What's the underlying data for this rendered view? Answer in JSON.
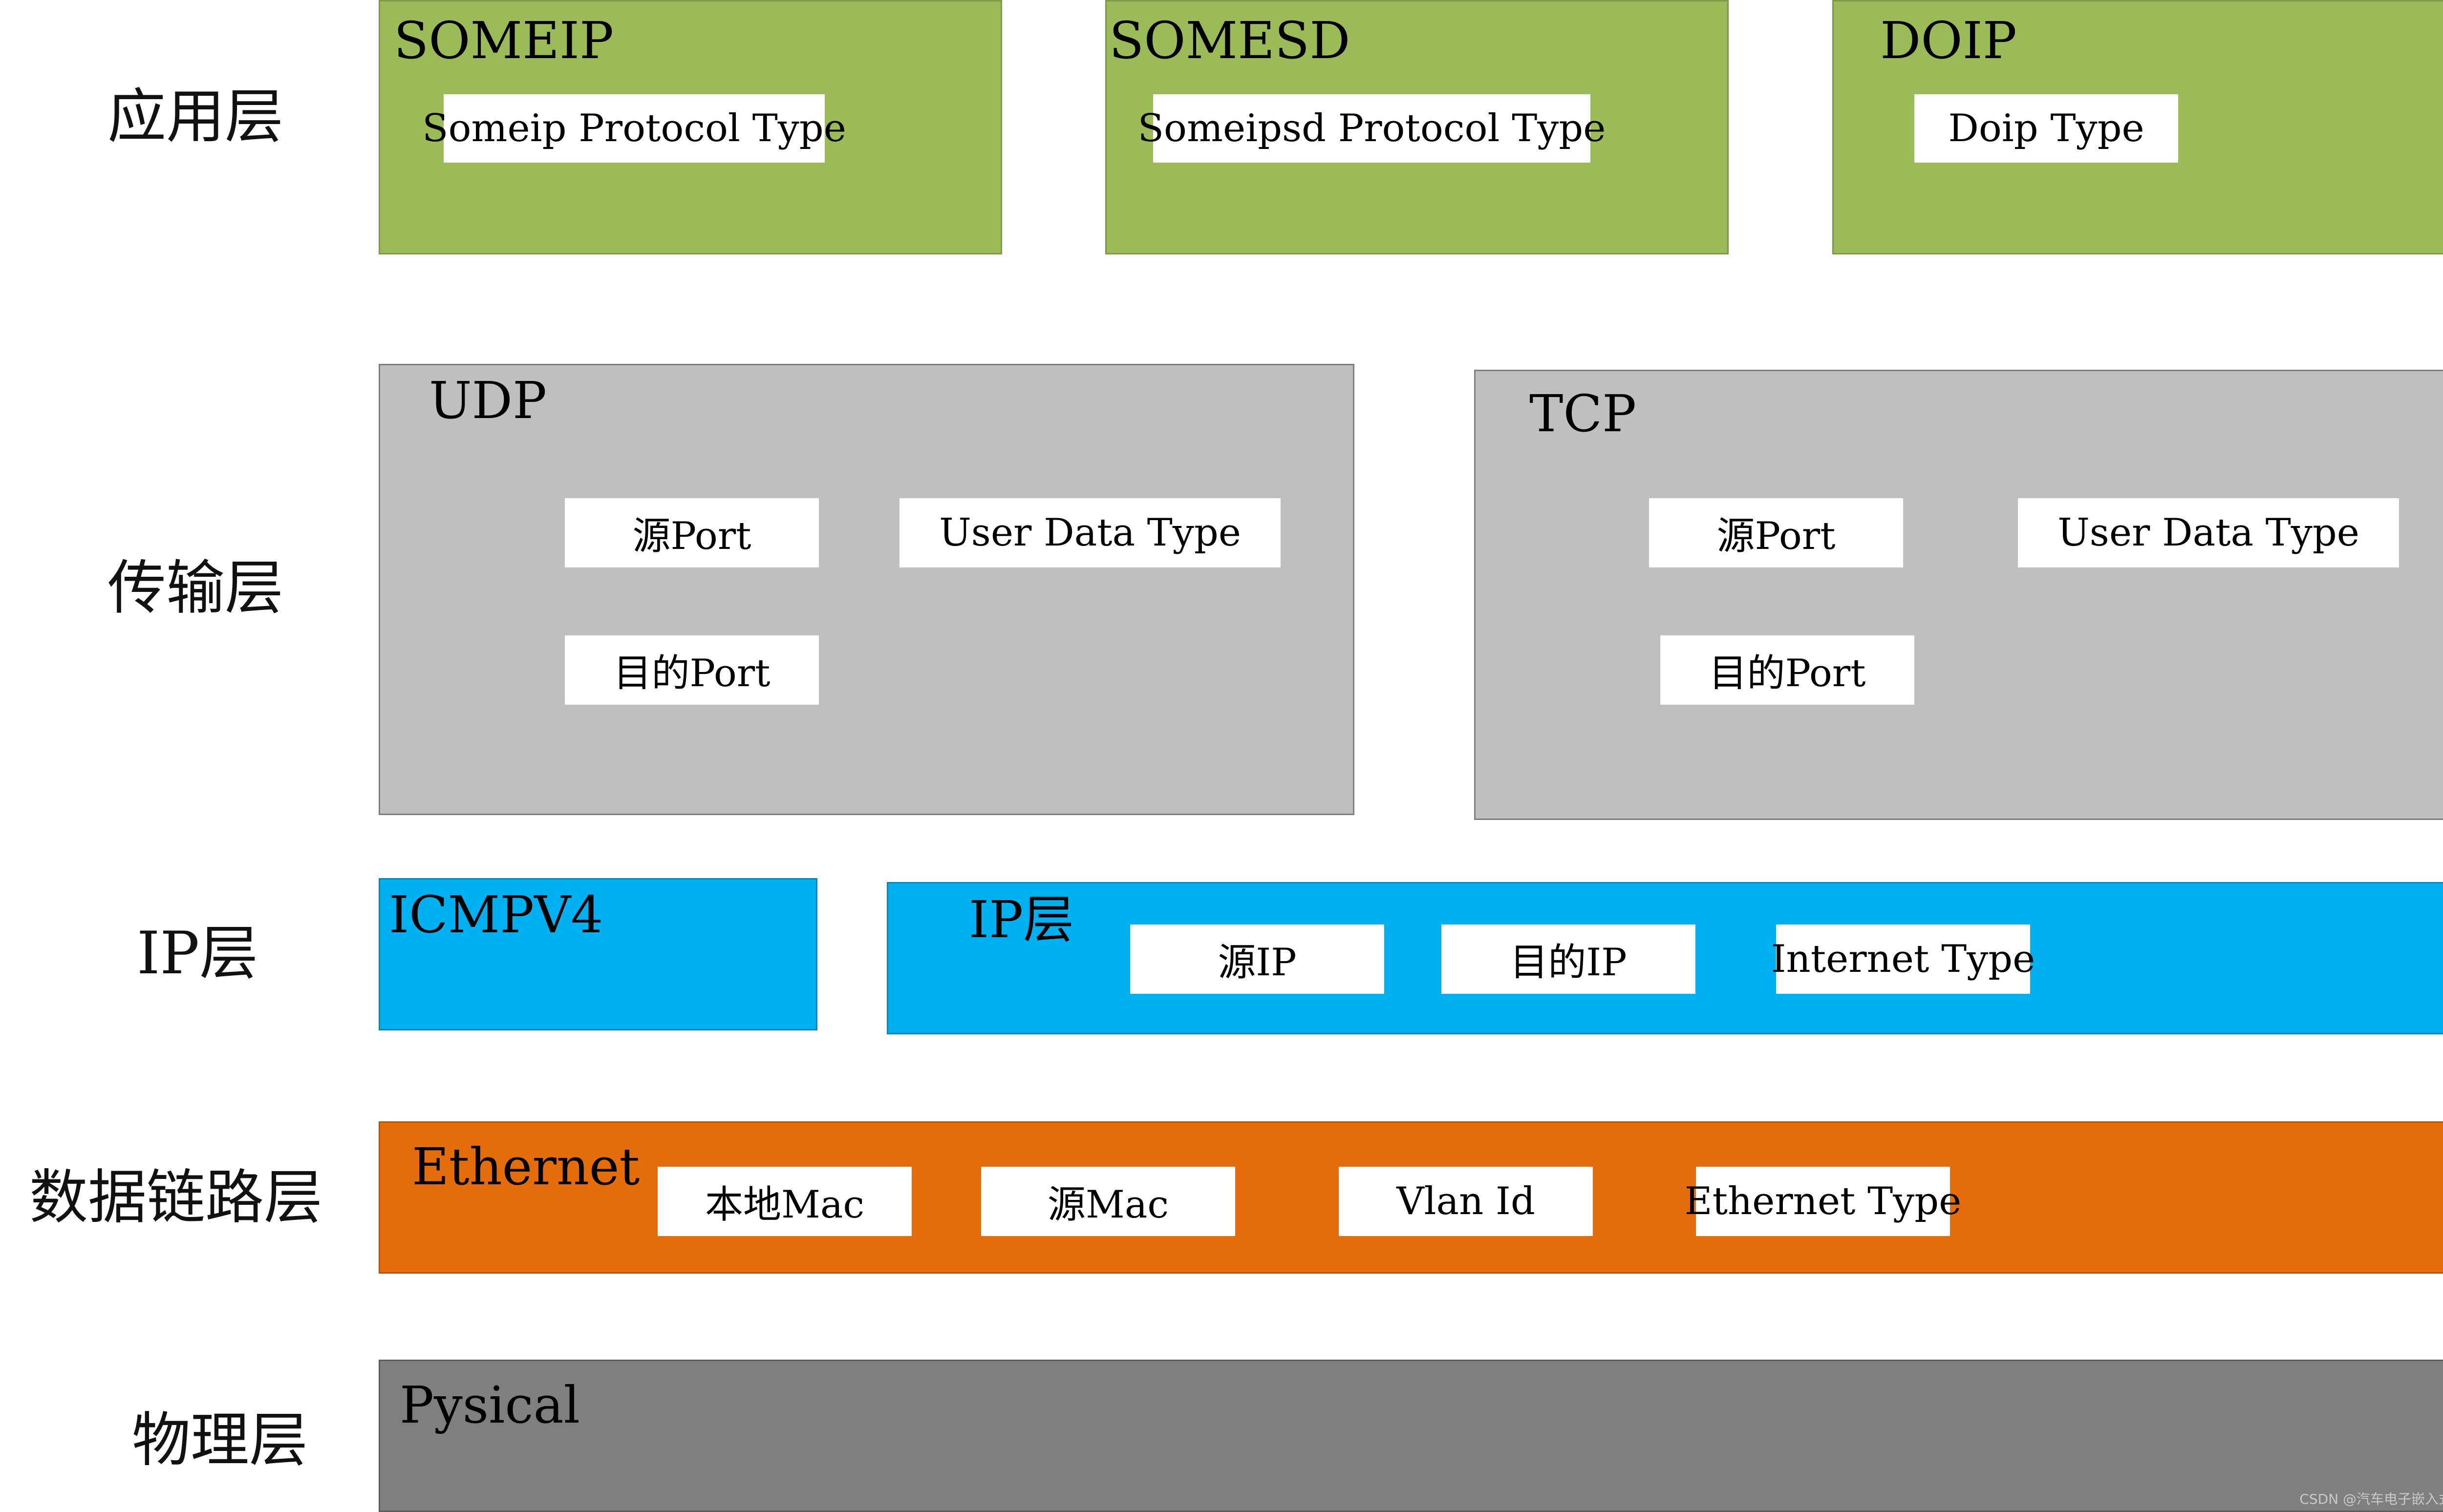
{
  "layer_labels": {
    "application": "应用层",
    "transport": "传输层",
    "ip": "IP层",
    "datalink": "数据链路层",
    "physical": "物理层"
  },
  "application": {
    "someip": {
      "title": "SOMEIP",
      "field": "Someip Protocol Type"
    },
    "somesd": {
      "title": "SOMESD",
      "field": "Someipsd Protocol Type"
    },
    "doip": {
      "title": "DOIP",
      "field": "Doip Type"
    }
  },
  "transport": {
    "udp": {
      "title": "UDP",
      "src_port": "源Port",
      "user_data_type": "User Data Type",
      "dst_port": "目的Port"
    },
    "tcp": {
      "title": "TCP",
      "src_port": "源Port",
      "user_data_type": "User Data Type",
      "dst_port": "目的Port"
    }
  },
  "ip": {
    "icmpv4": {
      "title": "ICMPV4"
    },
    "iplayer": {
      "title": "IP层",
      "src_ip": "源IP",
      "dst_ip": "目的IP",
      "internet_type": "Internet Type"
    }
  },
  "datalink": {
    "ethernet": {
      "title": "Ethernet",
      "local_mac": "本地Mac",
      "src_mac": "源Mac",
      "vlan_id": "Vlan Id",
      "ethernet_type": "Ethernet Type"
    }
  },
  "physical": {
    "pysical": {
      "title": "Pysical"
    }
  },
  "colors": {
    "application": "#9bbb59",
    "transport": "#bfbfbf",
    "ip": "#00b0f0",
    "datalink": "#e46c0a",
    "physical": "#7f7f7f"
  },
  "watermark": "CSDN @汽车电子嵌入式"
}
